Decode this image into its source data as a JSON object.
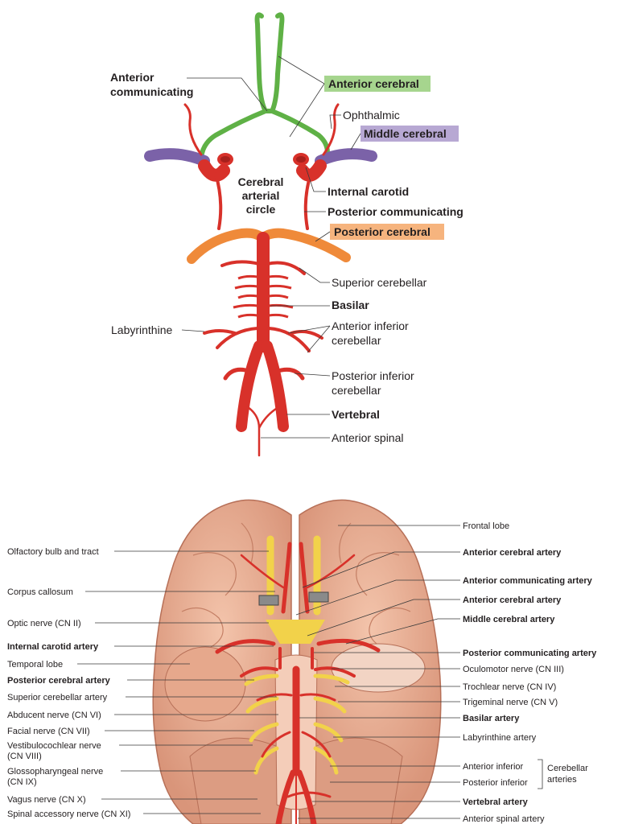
{
  "colors": {
    "artery": "#d8312a",
    "artery_dark": "#a8201c",
    "anterior_cerebral": "#5fb146",
    "middle_cerebral": "#7b62a8",
    "posterior_cerebral": "#ef8a3a",
    "anterior_cerebral_label_bg": "#a6d58e",
    "middle_cerebral_label_bg": "#b7a8d3",
    "posterior_cerebral_label_bg": "#f6b47e",
    "brain": "#eab093",
    "nerve": "#f2d24a"
  },
  "top_diagram": {
    "anterior_communicating": [
      "Anterior",
      "communicating"
    ],
    "anterior_cerebral": "Anterior cerebral",
    "ophthalmic": "Ophthalmic",
    "middle_cerebral": "Middle cerebral",
    "cerebral_arterial_circle": [
      "Cerebral",
      "arterial",
      "circle"
    ],
    "internal_carotid": "Internal carotid",
    "posterior_communicating": "Posterior communicating",
    "posterior_cerebral": "Posterior cerebral",
    "superior_cerebellar": "Superior cerebellar",
    "basilar": "Basilar",
    "labyrinthine": "Labyrinthine",
    "anterior_inferior_cerebellar": [
      "Anterior inferior",
      "cerebellar"
    ],
    "posterior_inferior_cerebellar": [
      "Posterior inferior",
      "cerebellar"
    ],
    "vertebral": "Vertebral",
    "anterior_spinal": "Anterior spinal"
  },
  "bottom_diagram": {
    "left": {
      "olfactory": "Olfactory bulb and tract",
      "corpus_callosum": "Corpus callosum",
      "optic_nerve": "Optic nerve (CN II)",
      "internal_carotid": "Internal carotid artery",
      "temporal_lobe": "Temporal lobe",
      "posterior_cerebral": "Posterior cerebral artery",
      "superior_cerebellar": "Superior cerebellar artery",
      "abducent": "Abducent nerve (CN VI)",
      "facial": "Facial nerve (CN VII)",
      "vestibulocochlear": [
        "Vestibulocochlear nerve",
        "(CN VIII)"
      ],
      "glossopharyngeal": [
        "Glossopharyngeal nerve",
        "(CN IX)"
      ],
      "vagus": "Vagus nerve (CN X)",
      "spinal_accessory": "Spinal accessory nerve (CN XI)"
    },
    "right": {
      "frontal_lobe": "Frontal lobe",
      "anterior_cerebral_1": "Anterior cerebral artery",
      "anterior_communicating": "Anterior communicating artery",
      "anterior_cerebral_2": "Anterior cerebral artery",
      "middle_cerebral": "Middle cerebral artery",
      "posterior_communicating": "Posterior communicating artery",
      "oculomotor": "Oculomotor nerve (CN III)",
      "trochlear": "Trochlear nerve (CN IV)",
      "trigeminal": "Trigeminal nerve (CN V)",
      "basilar": "Basilar artery",
      "labyrinthine": "Labyrinthine artery",
      "anterior_inferior": "Anterior inferior",
      "posterior_inferior": "Posterior inferior",
      "cerebellar_arteries": [
        "Cerebellar",
        "arteries"
      ],
      "vertebral": "Vertebral artery",
      "anterior_spinal": "Anterior spinal artery"
    }
  }
}
